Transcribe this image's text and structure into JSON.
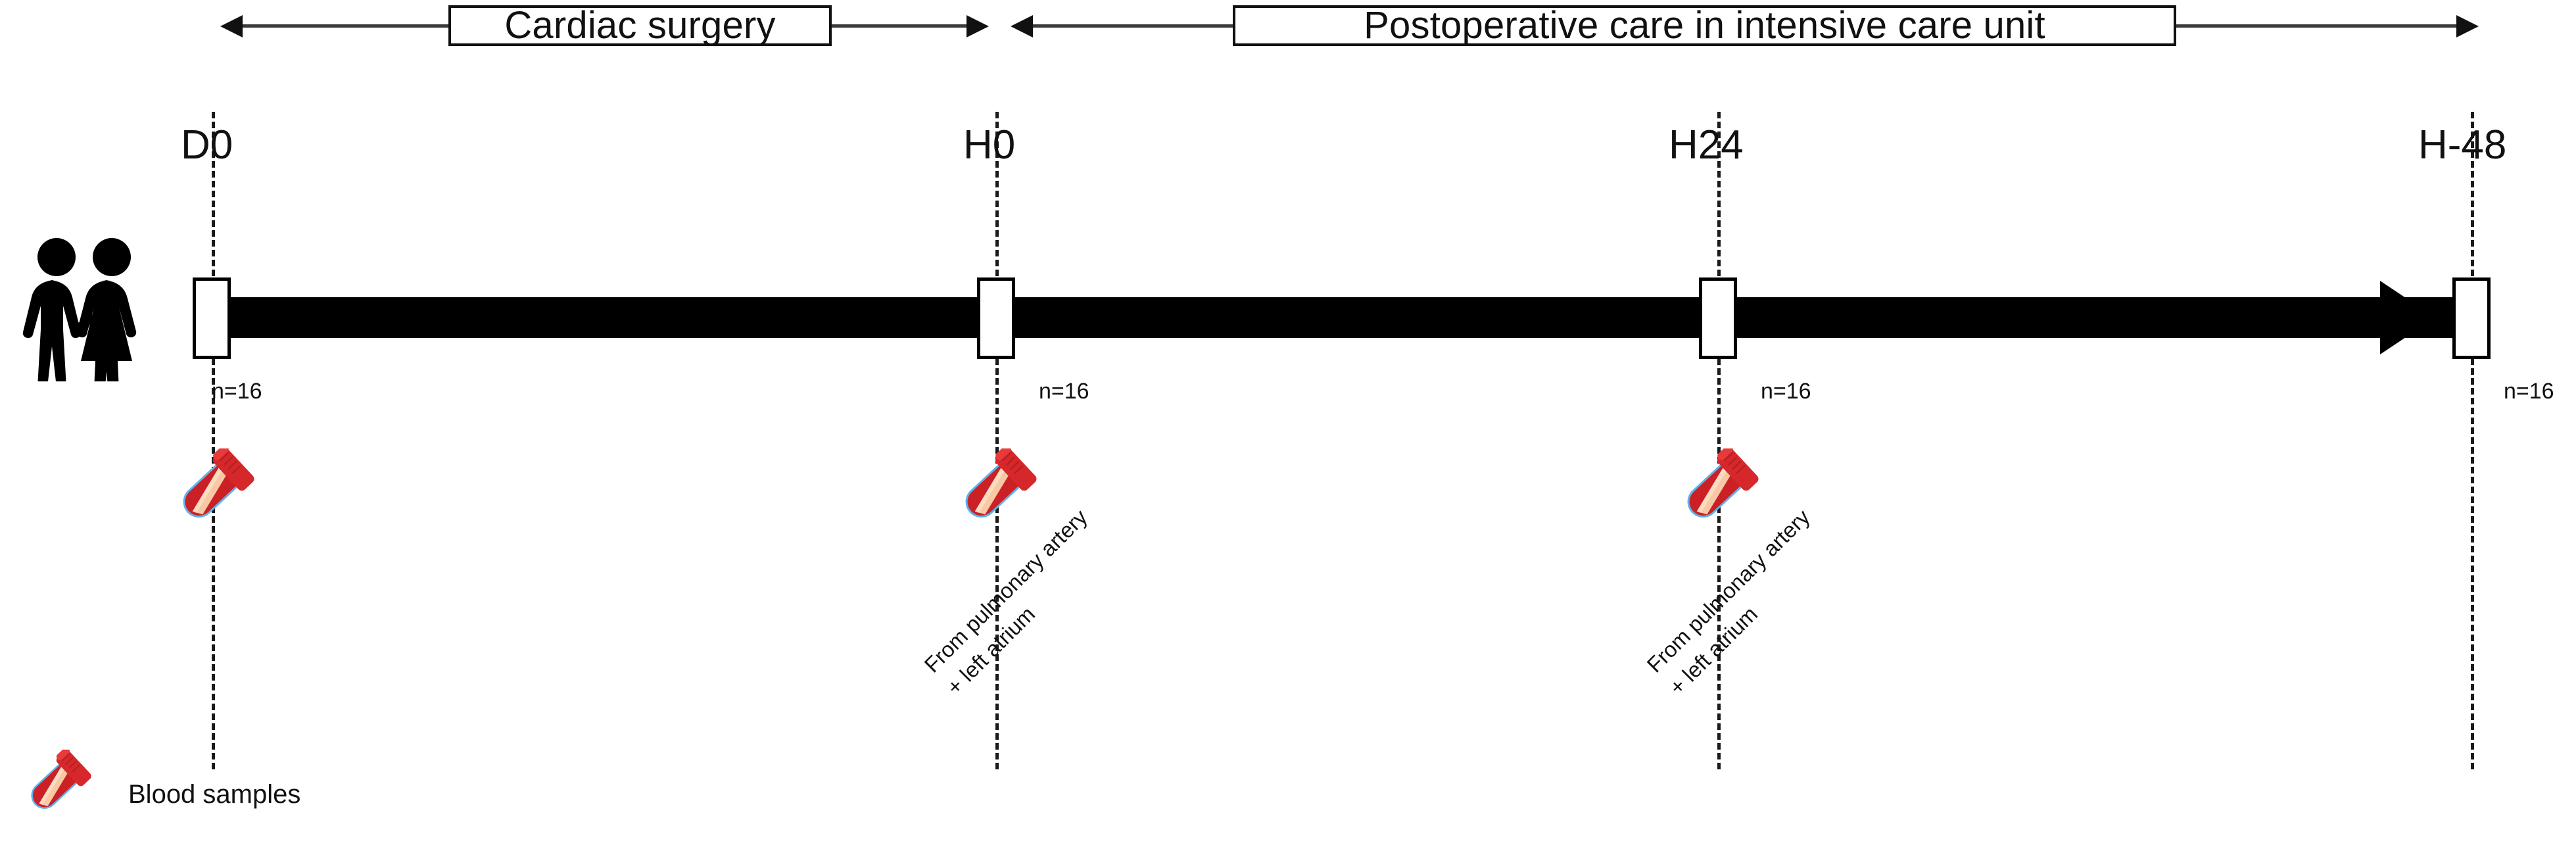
{
  "figure": {
    "kind": "clinical-study-timeline",
    "background": "#ffffff",
    "line_color": "#000000"
  },
  "phases": [
    {
      "id": "cardiac-surgery",
      "label": "Cardiac surgery",
      "from": "D0",
      "to": "H0"
    },
    {
      "id": "postoperative-icu",
      "label": "Postoperative care in intensive care unit",
      "from": "H0",
      "to": "H-48"
    }
  ],
  "timepoints": [
    {
      "id": "d0",
      "label": "D0",
      "n_label": "n=16",
      "has_sample": true,
      "sample_note": null
    },
    {
      "id": "h0",
      "label": "H0",
      "n_label": "n=16",
      "has_sample": true,
      "sample_note": {
        "line1": "From pulmonary artery",
        "line2": "+ left atrium"
      }
    },
    {
      "id": "h24",
      "label": "H24",
      "n_label": "n=16",
      "has_sample": true,
      "sample_note": {
        "line1": "From pulmonary artery",
        "line2": "+ left atrium"
      }
    },
    {
      "id": "h-48",
      "label": "H-48",
      "n_label": "n=16",
      "has_sample": false,
      "sample_note": null
    }
  ],
  "participants": {
    "icon": "couple-icon",
    "description": "Study participants"
  },
  "legend": {
    "icon": "blood-tube-icon",
    "label": "Blood samples"
  },
  "colors": {
    "tube_cap": "#d6282a",
    "tube_blood": "#cc2027",
    "tube_body": "#f6c9a4",
    "tube_highlight": "#5fb3e8",
    "stroke": "#000000",
    "arrow_line": "#3a3a3a"
  }
}
